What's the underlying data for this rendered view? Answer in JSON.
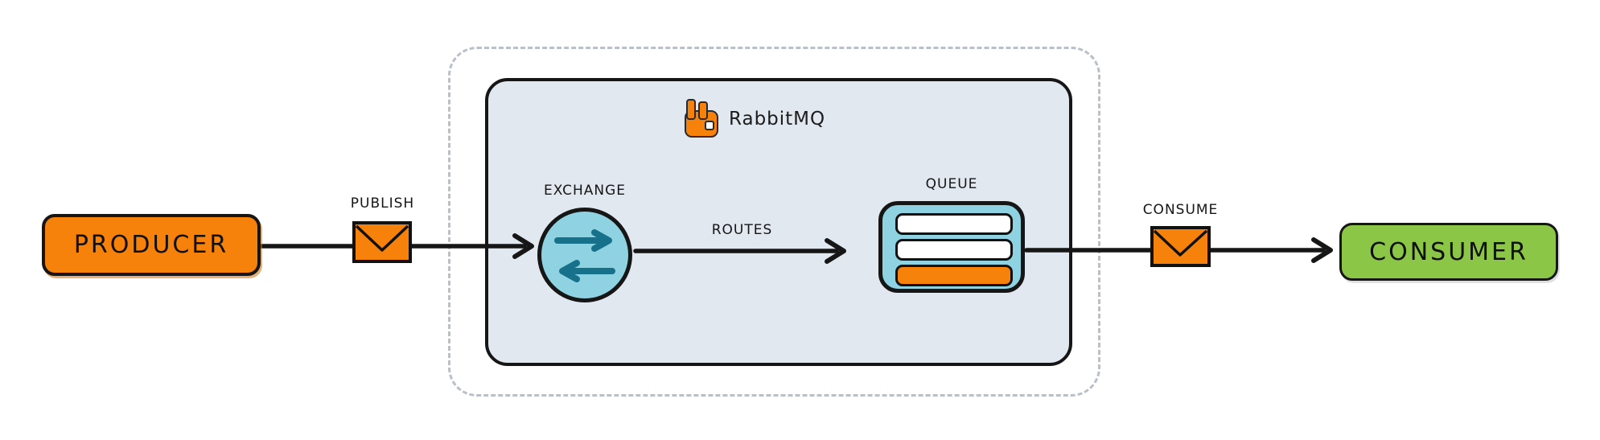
{
  "diagram": {
    "broker": {
      "label": "RabbitMQ"
    },
    "nodes": {
      "producer": {
        "label": "PRODUCER"
      },
      "exchange": {
        "label": "EXCHANGE"
      },
      "queue": {
        "label": "QUEUE"
      },
      "consumer": {
        "label": "CONSUMER"
      }
    },
    "edges": {
      "publish": {
        "label": "PUBLISH"
      },
      "routes": {
        "label": "ROUTES"
      },
      "consume": {
        "label": "CONSUME"
      }
    },
    "colors": {
      "orange": "#f6820c",
      "green": "#8cc646",
      "light_blue": "#8fd2e2",
      "teal_arrow": "#17718a",
      "panel_fill": "#e2e8ef",
      "dashed_border": "#b9c0c7",
      "stroke": "#161616"
    }
  }
}
